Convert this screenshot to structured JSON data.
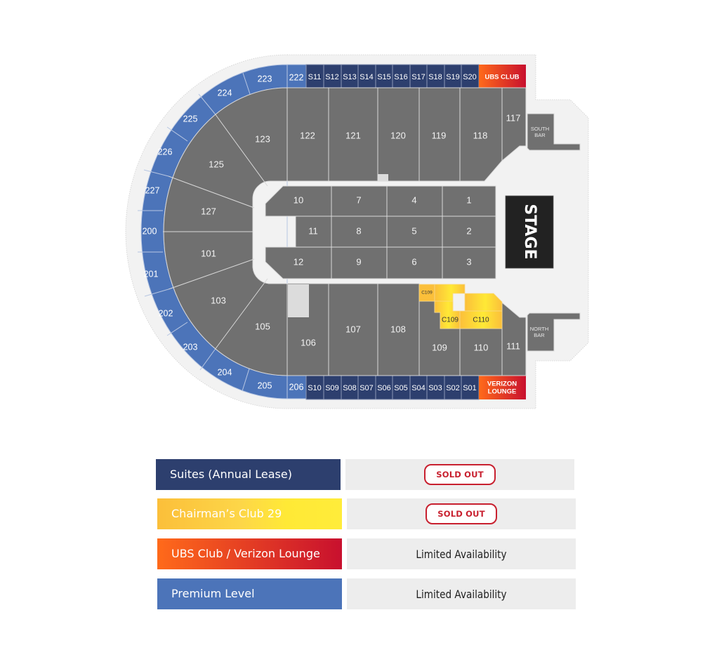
{
  "venue_map": {
    "stage_label": "STAGE",
    "bars": {
      "south": [
        "SOUTH",
        "BAR"
      ],
      "north": [
        "NORTH",
        "BAR"
      ]
    },
    "clubs": {
      "ubs": "UBS CLUB",
      "verizon": [
        "VERIZON",
        "LOUNGE"
      ]
    },
    "suites_top": [
      "S11",
      "S12",
      "S13",
      "S14",
      "S15",
      "S16",
      "S17",
      "S18",
      "S19",
      "S20"
    ],
    "suites_bottom": [
      "S10",
      "S09",
      "S08",
      "S07",
      "S06",
      "S05",
      "S04",
      "S03",
      "S02",
      "S01"
    ],
    "premium_sections": [
      "222",
      "223",
      "224",
      "225",
      "226",
      "227",
      "200",
      "201",
      "202",
      "203",
      "204",
      "205",
      "206"
    ],
    "lower_sections_top": [
      "122",
      "121",
      "120",
      "119",
      "118",
      "117"
    ],
    "lower_sections_bottom": [
      "106",
      "107",
      "108",
      "109",
      "110",
      "111"
    ],
    "lower_sections_end": [
      "123",
      "125",
      "127",
      "101",
      "103",
      "105"
    ],
    "floor_sections": [
      "10",
      "7",
      "4",
      "1",
      "11",
      "8",
      "5",
      "2",
      "12",
      "9",
      "6",
      "3"
    ],
    "chairmans_sections": [
      "C109",
      "C109",
      "C110"
    ],
    "colors": {
      "section_gray": "#707070",
      "suite_navy": "#2d3f6e",
      "premium_blue": "#4c74b9",
      "club_orange": "#ff6a1a",
      "club_red": "#c8102e",
      "chairman_gold": "#fbbf3a",
      "chairman_yellow": "#ffe936",
      "stage_black": "#222222",
      "venue_bg": "#f2f2f2"
    }
  },
  "legend": [
    {
      "label": "Suites (Annual Lease)",
      "status": "SOLD OUT",
      "status_type": "sold-out"
    },
    {
      "label": "Chairman’s Club 29",
      "status": "SOLD OUT",
      "status_type": "sold-out"
    },
    {
      "label": "UBS Club / Verizon Lounge",
      "status": "Limited Availability",
      "status_type": "limited"
    },
    {
      "label": "Premium Level",
      "status": "Limited Availability",
      "status_type": "limited"
    }
  ]
}
